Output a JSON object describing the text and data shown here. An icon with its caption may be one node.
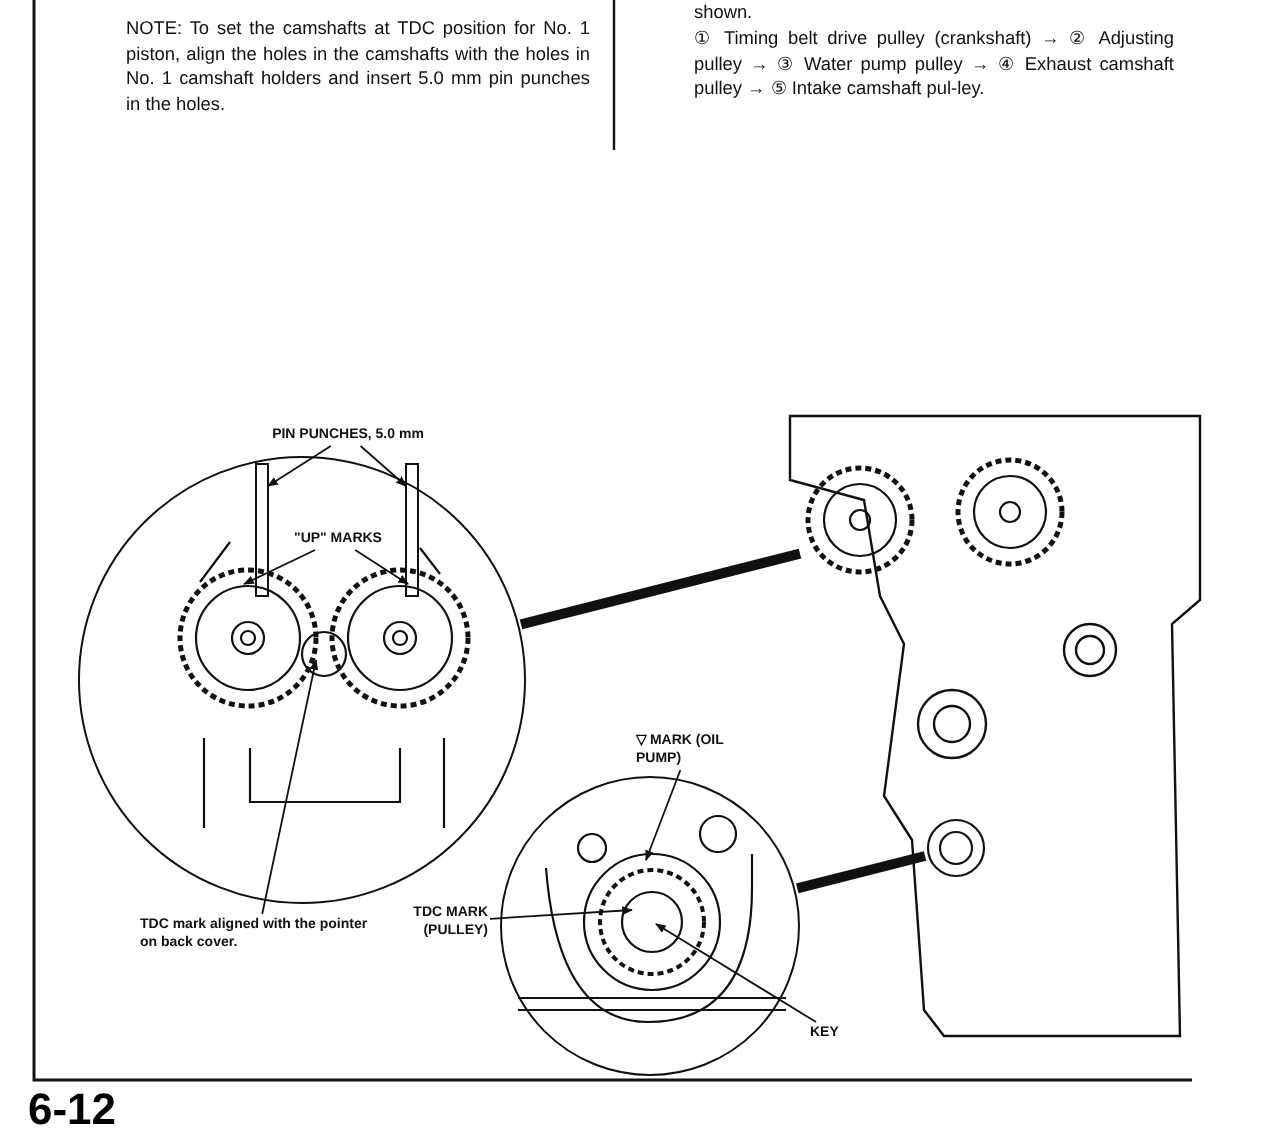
{
  "diagram": {
    "nodes": [
      {
        "text": [
          "PIN PUNCHES, 5.0 mm"
        ]
      },
      {
        "text": [
          "\"UP\" MARKS"
        ],
        "in": 6
      },
      {
        "text": [
          "TDC mark aligned with the pointer on back cover."
        ]
      },
      {
        "text": [
          "▽ MARK (OIL PUMP)"
        ]
      },
      {
        "text": [
          "TDC MARK (PULLEY)"
        ]
      },
      {
        "text": [
          "KEY"
        ]
      },
      {
        "text": [],
        "shape": "circle"
      },
      {
        "text": [],
        "shape": "circle"
      },
      {
        "text": [],
        "shape": "picture"
      },
      {
        "text": [],
        "shape": "circle"
      }
    ],
    "edges": [
      {
        "from": 0,
        "to": null,
        "arrow": "to"
      },
      {
        "from": 0,
        "to": null,
        "arrow": "to"
      },
      {
        "from": 1,
        "to": null,
        "arrow": "to"
      },
      {
        "from": 1,
        "to": null,
        "arrow": "to"
      },
      {
        "from": 2,
        "to": 6,
        "arrow": "to"
      },
      {
        "from": 3,
        "to": 7,
        "arrow": "to"
      },
      {
        "from": 4,
        "to": 7,
        "arrow": "to"
      },
      {
        "from": 5,
        "to": 7,
        "arrow": "to"
      },
      {
        "from": 6,
        "to": 8,
        "arrow": "none",
        "style": "thick"
      },
      {
        "from": 7,
        "to": 9,
        "arrow": "none",
        "style": "thick"
      }
    ],
    "labels": [
      "NOTE: To set the camshafts at TDC position for No. 1 piston, align the holes in the camshafts with the holes in No. 1 camshaft holders and insert 5.0 mm pin punches in the holes.",
      "shown.",
      "① Timing belt drive pulley (crankshaft) → ② Adjusting pulley → ③ Water pump pulley → ④ Exhaust camshaft pulley → ⑤ Intake camshaft pul-ley.",
      "6-12"
    ]
  }
}
